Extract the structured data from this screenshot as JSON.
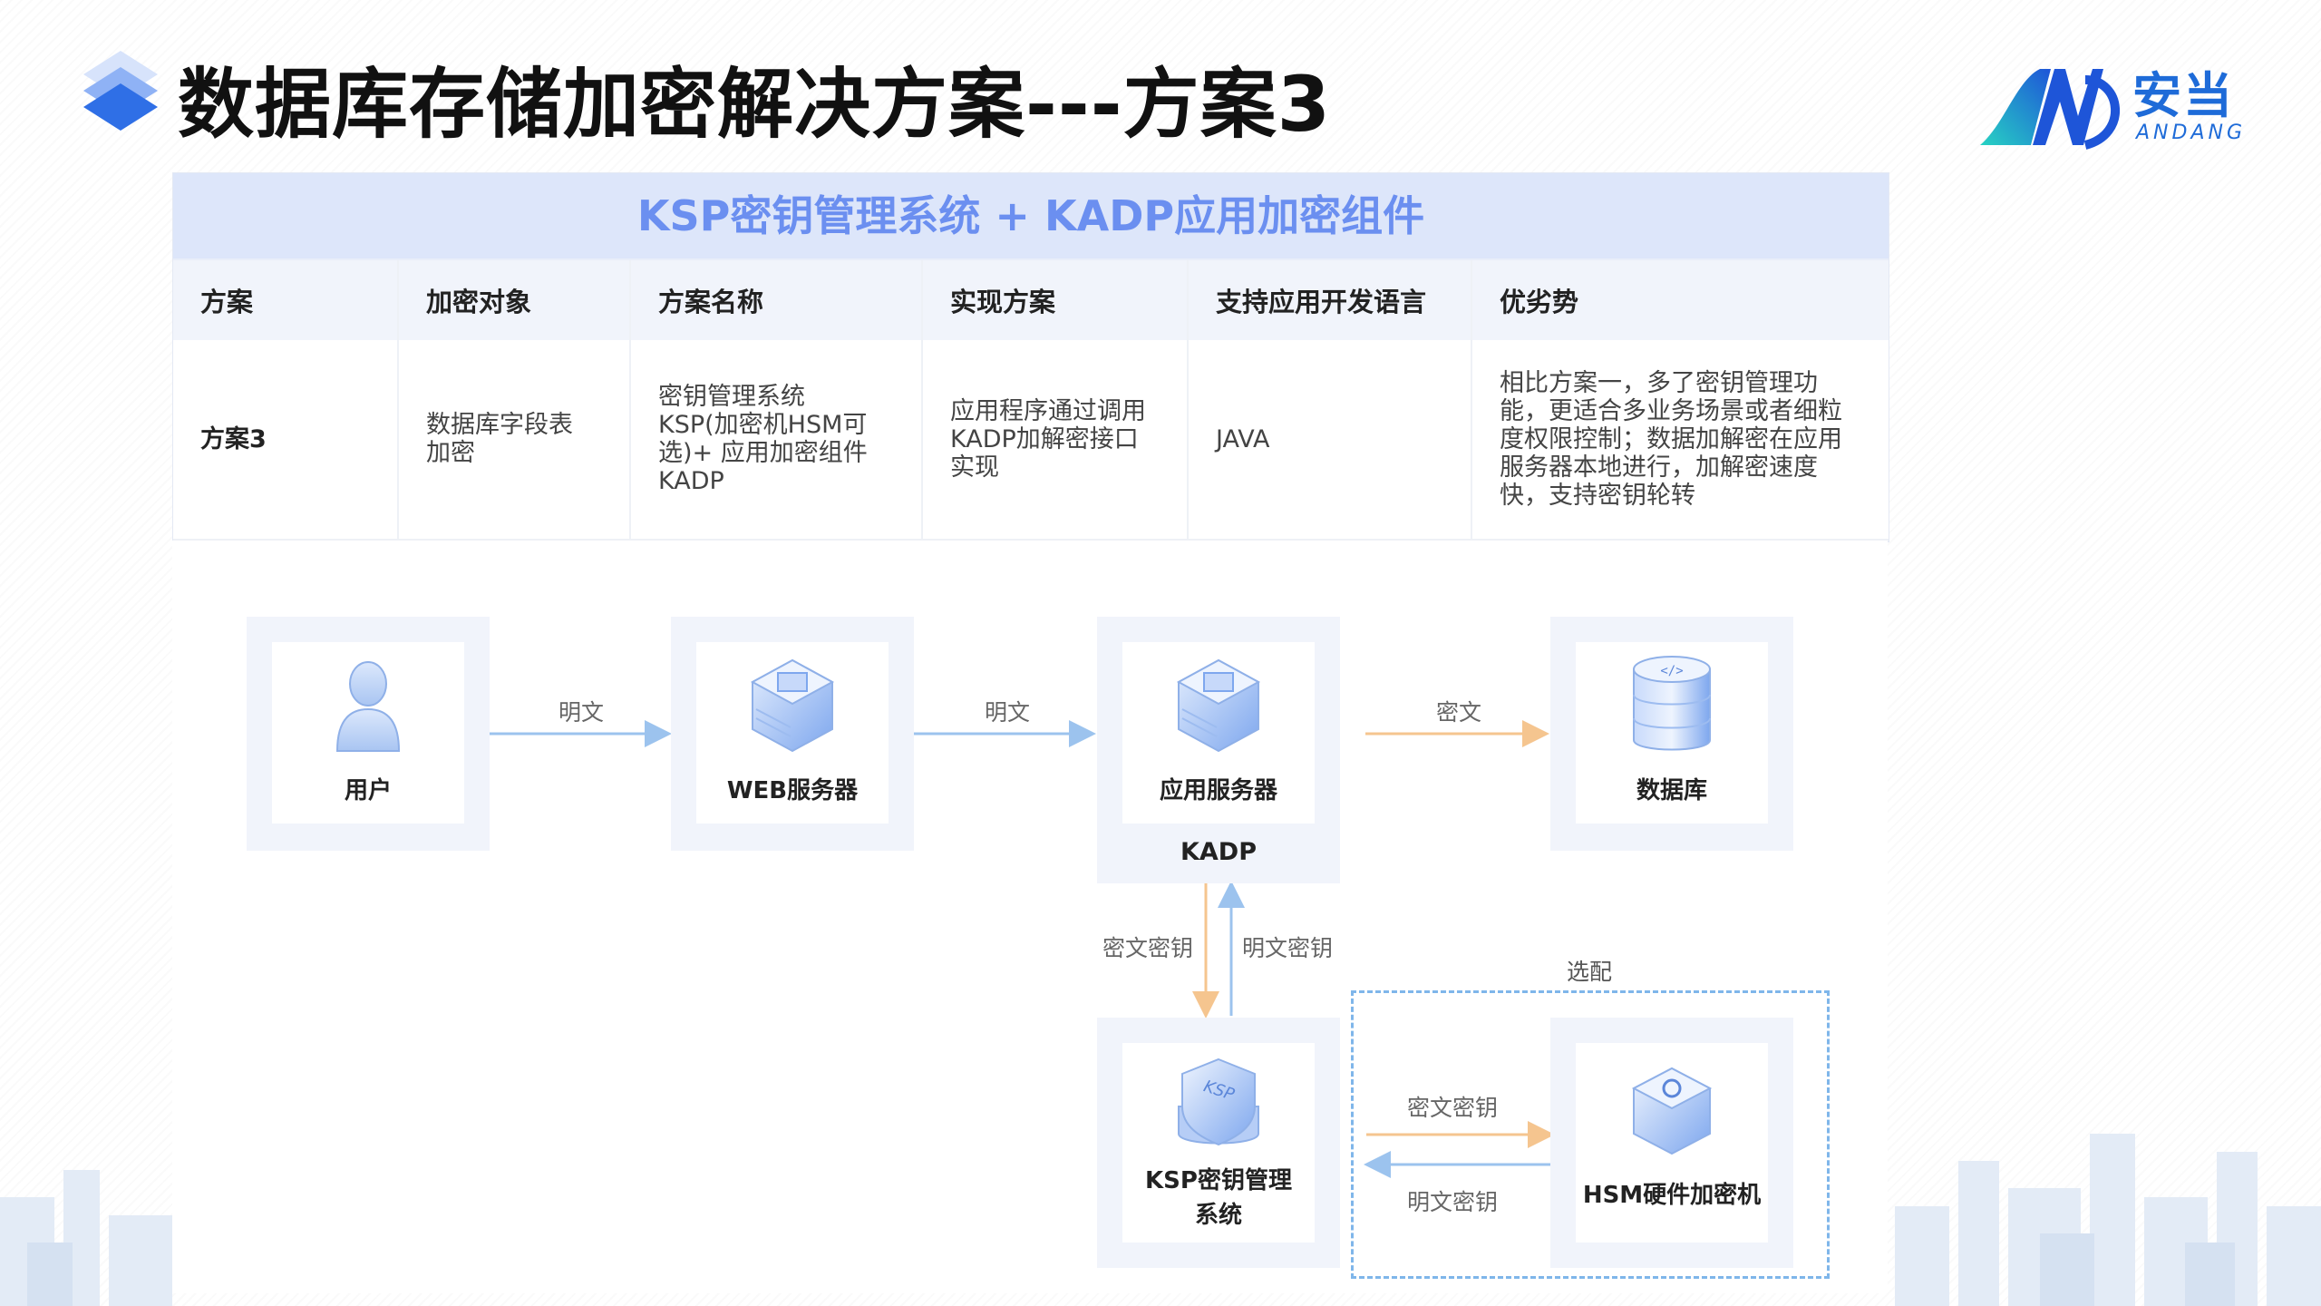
{
  "title": "数据库存储加密解决方案---方案3",
  "brand": {
    "cn": "安当",
    "en": "ANDANG"
  },
  "table": {
    "caption": "KSP密钥管理系统 + KADP应用加密组件",
    "headers": [
      "方案",
      "加密对象",
      "方案名称",
      "实现方案",
      "支持应用开发语言",
      "优劣势"
    ],
    "row": {
      "scheme": "方案3",
      "object_lines": [
        "数据库字段表",
        "加密"
      ],
      "name_lines": [
        "密钥管理系统",
        "KSP(加密机HSM可",
        "选)+ 应用加密组件",
        "KADP"
      ],
      "impl_lines": [
        "应用程序通过调用",
        "KADP加解密接口",
        "实现"
      ],
      "language": "JAVA",
      "pros_lines": [
        "相比方案一，多了密钥管理功",
        "能，更适合多业务场景或者细粒",
        "度权限控制；数据加解密在应用",
        "服务器本地进行，加解密速度",
        "快，支持密钥轮转"
      ]
    }
  },
  "diagram": {
    "nodes": {
      "user": {
        "label": "用户",
        "icon": "user-icon"
      },
      "web": {
        "label": "WEB服务器",
        "icon": "server-icon"
      },
      "app": {
        "label": "应用服务器",
        "sub": "KADP",
        "icon": "server-icon"
      },
      "db": {
        "label": "数据库",
        "icon": "database-icon"
      },
      "ksp_lines": [
        "KSP密钥管理",
        "系统"
      ],
      "ksp_icon": "ksp-shield-icon",
      "hsm": {
        "label": "HSM硬件加密机",
        "icon": "hsm-icon"
      }
    },
    "edges": {
      "user_web": "明文",
      "web_app": "明文",
      "app_db": "密文",
      "app_ksp_down": "密文密钥",
      "ksp_app_up": "明文密钥",
      "ksp_hsm": "密文密钥",
      "hsm_ksp": "明文密钥"
    },
    "optional_label": "选配",
    "colors": {
      "plain": "#9cc3ee",
      "cipher": "#f5c58f",
      "accent": "#6b8ff0"
    }
  }
}
